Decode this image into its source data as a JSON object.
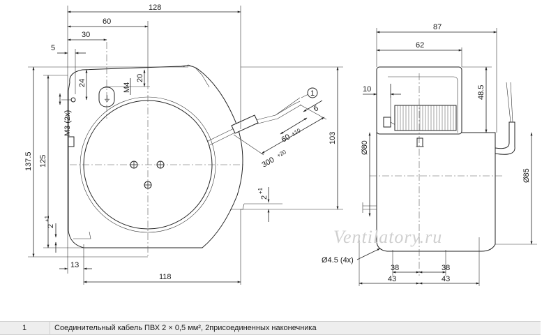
{
  "front_view": {
    "dims": {
      "d128": "128",
      "d60": "60",
      "d30": "30",
      "d5": "5",
      "d24": "24",
      "m4": "M4",
      "d20": "20",
      "m3": "M3 (2x)",
      "d137_5": "137.5",
      "d125": "125",
      "d2_left": "2",
      "d2_left_sup": "+1",
      "d13": "13",
      "d118": "118",
      "d103": "103",
      "d2_right": "2",
      "d2_right_sup": "+1",
      "d6": "6",
      "d60_10": "60",
      "d60_10_sup": "±10",
      "d300": "300",
      "d300_sup": "+20",
      "callout": "1"
    }
  },
  "side_view": {
    "dims": {
      "d87": "87",
      "d62": "62",
      "d10": "10",
      "d48_5": "48.5",
      "d80": "Ø80",
      "d85": "Ø85",
      "d4_5": "Ø4.5 (4x)",
      "d38_left": "38",
      "d38_right": "38",
      "d43_left": "43",
      "d43_right": "43"
    }
  },
  "watermark": "Ventilatory.ru",
  "legend": {
    "number": "1",
    "text": "Соединительный кабель ПВХ 2 × 0,5 мм², 2присоединенных наконечника"
  }
}
